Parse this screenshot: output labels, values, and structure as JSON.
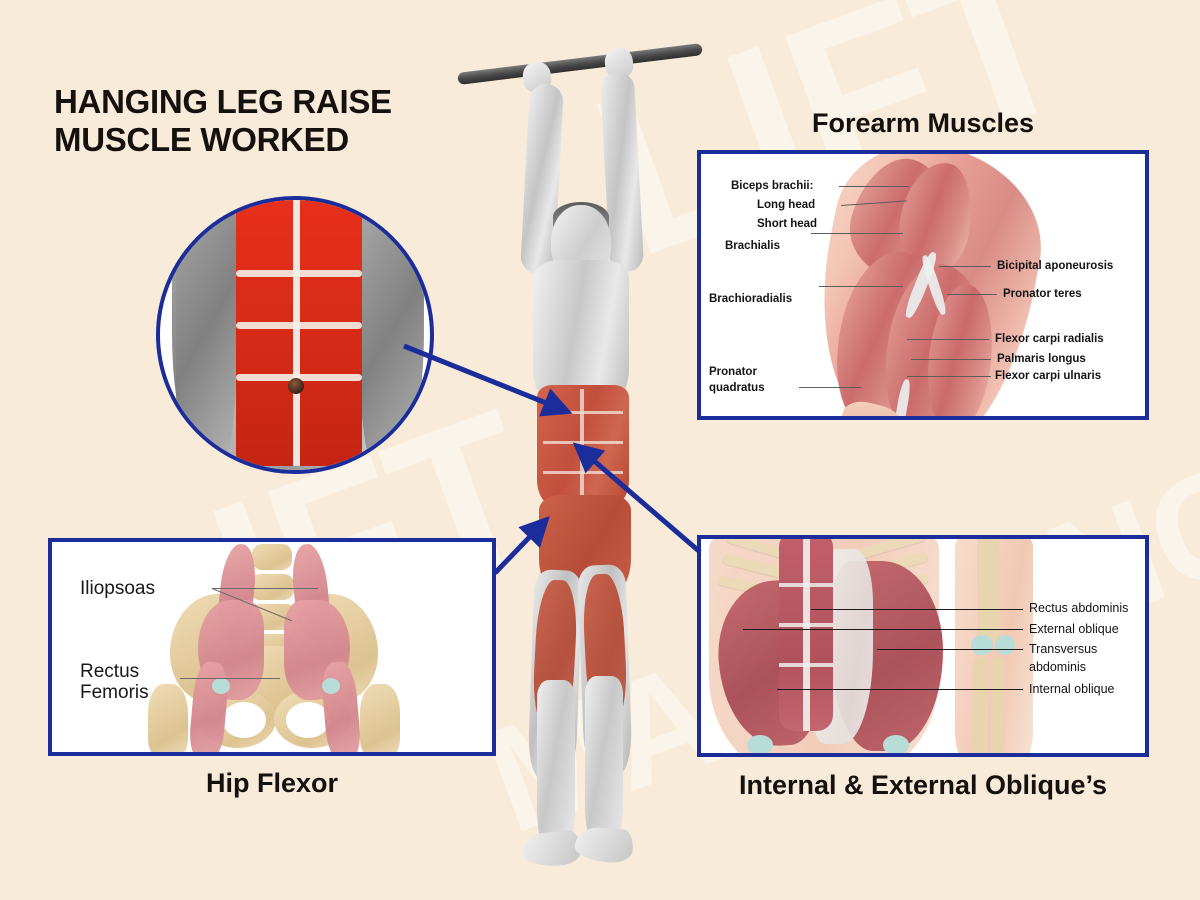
{
  "meta": {
    "background_color": "#f8ebd9",
    "accent_color": "#1b2c9b",
    "text_color": "#14110e",
    "watermark_text": "LIFT MANAGING FIT"
  },
  "title": {
    "line1": "HANGING LEG RAISE",
    "line2": "MUSCLE WORKED"
  },
  "panels": {
    "forearm": {
      "caption": "Forearm Muscles",
      "labels_left": [
        {
          "text": "Biceps brachii:",
          "sub": false
        },
        {
          "text": "Long head",
          "sub": true
        },
        {
          "text": "Short head",
          "sub": true
        },
        {
          "text": "Brachialis",
          "sub": false
        },
        {
          "text": "Brachioradialis",
          "sub": false
        },
        {
          "text": "Pronator",
          "sub": false
        },
        {
          "text": "quadratus",
          "sub": false
        }
      ],
      "labels_right": [
        "Bicipital aponeurosis",
        "Pronator teres",
        "Flexor carpi radialis",
        "Palmaris longus",
        "Flexor carpi ulnaris"
      ]
    },
    "oblique": {
      "caption": "Internal & External Oblique’s",
      "labels_right": [
        "Rectus abdominis",
        "External oblique",
        "Transversus",
        "abdominis",
        "Internal oblique"
      ]
    },
    "hip": {
      "caption": "Hip Flexor",
      "labels_left": [
        {
          "l1": "Iliopsoas",
          "l2": ""
        },
        {
          "l1": "Rectus",
          "l2": "Femoris"
        }
      ]
    },
    "abs_circle": {
      "name": "Rectus abdominis close-up"
    }
  }
}
